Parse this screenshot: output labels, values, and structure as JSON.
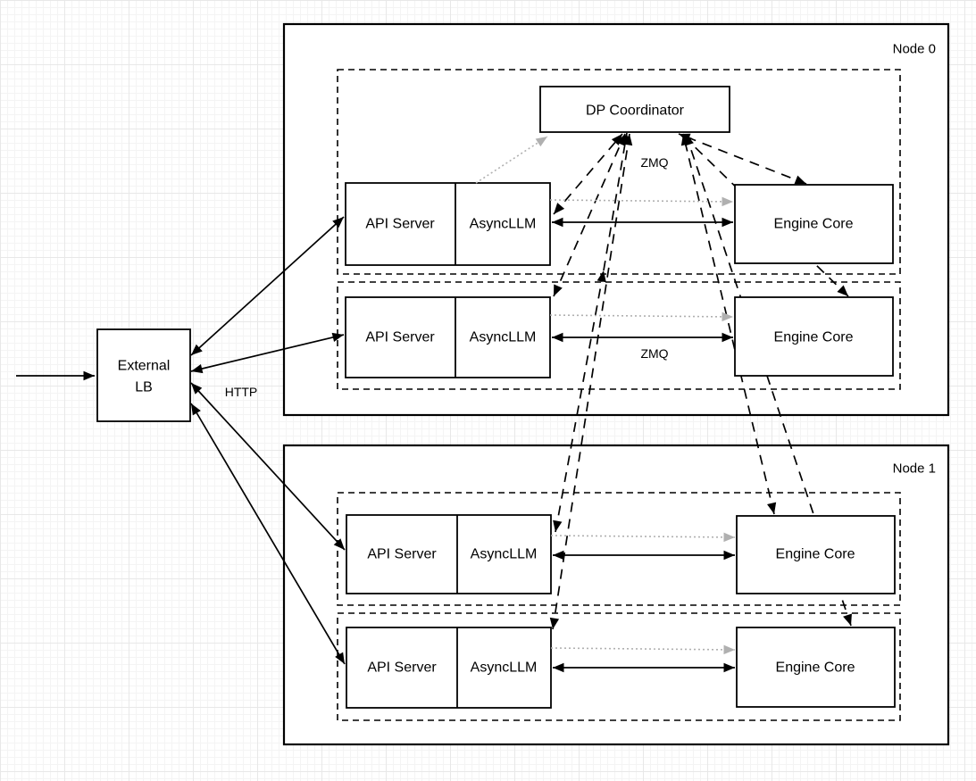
{
  "diagram": {
    "nodes": [
      {
        "label": "Node 0"
      },
      {
        "label": "Node 1"
      }
    ],
    "boxes": {
      "dp_coordinator": "DP Coordinator",
      "api_server": "API Server",
      "async_llm": "AsyncLLM",
      "engine_core": "Engine Core",
      "external_lb_line1": "External",
      "external_lb_line2": "LB"
    },
    "edge_labels": {
      "http": "HTTP",
      "zmq_top": "ZMQ",
      "zmq_row": "ZMQ"
    },
    "colors": {
      "stroke": "#000000",
      "muted_arrow": "#b0b0b0",
      "box_fill": "#ffffff",
      "grid_minor": "#f4f4f4",
      "grid_major": "#e8e8e8"
    },
    "structure": {
      "node0_rows": 2,
      "node1_rows": 2,
      "components_per_row": [
        "API Server",
        "AsyncLLM",
        "Engine Core"
      ],
      "coordinator_location": "Node 0"
    },
    "edges": [
      {
        "from": "client",
        "to": "External LB",
        "style": "solid",
        "direction": "in"
      },
      {
        "from": "External LB",
        "to": "API Server x4",
        "style": "solid",
        "direction": "both",
        "label": "HTTP"
      },
      {
        "from": "AsyncLLM",
        "to": "Engine Core",
        "style": "solid",
        "direction": "both",
        "label": "ZMQ",
        "count": 4
      },
      {
        "from": "AsyncLLM",
        "to": "Engine Core",
        "style": "gray-dotted",
        "direction": "to",
        "count": 4
      },
      {
        "from": "AsyncLLM (Node 0 row 1)",
        "to": "DP Coordinator",
        "style": "gray-dotted",
        "direction": "to"
      },
      {
        "from": "DP Coordinator",
        "to": "AsyncLLM x4",
        "style": "dashed",
        "direction": "both",
        "label": "ZMQ"
      },
      {
        "from": "DP Coordinator",
        "to": "Engine Core x4",
        "style": "dashed",
        "direction": "both"
      }
    ]
  }
}
